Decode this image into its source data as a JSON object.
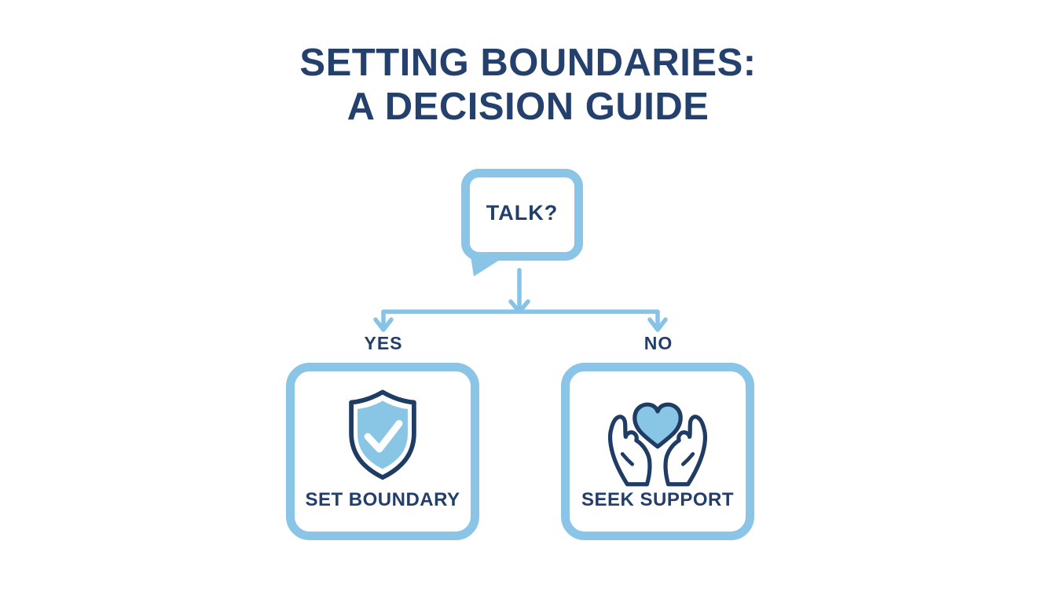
{
  "title": {
    "line1": "SETTING BOUNDARIES:",
    "line2": "A DECISION GUIDE"
  },
  "flowchart": {
    "root": {
      "question": "TALK?",
      "icon": "speech-bubble-icon"
    },
    "branches": [
      {
        "label": "YES",
        "outcome": "SET BOUNDARY",
        "icon": "shield-check-icon"
      },
      {
        "label": "NO",
        "outcome": "SEEK SUPPORT",
        "icon": "hands-heart-icon"
      }
    ]
  },
  "colors": {
    "navy_text": "#223e6a",
    "icon_stroke": "#1e3c64",
    "light_blue": "#8ac4e6",
    "icon_fill": "#89c5e5",
    "arrow": "#85c3e8",
    "background": "#ffffff",
    "card_background": "#ffffff"
  }
}
